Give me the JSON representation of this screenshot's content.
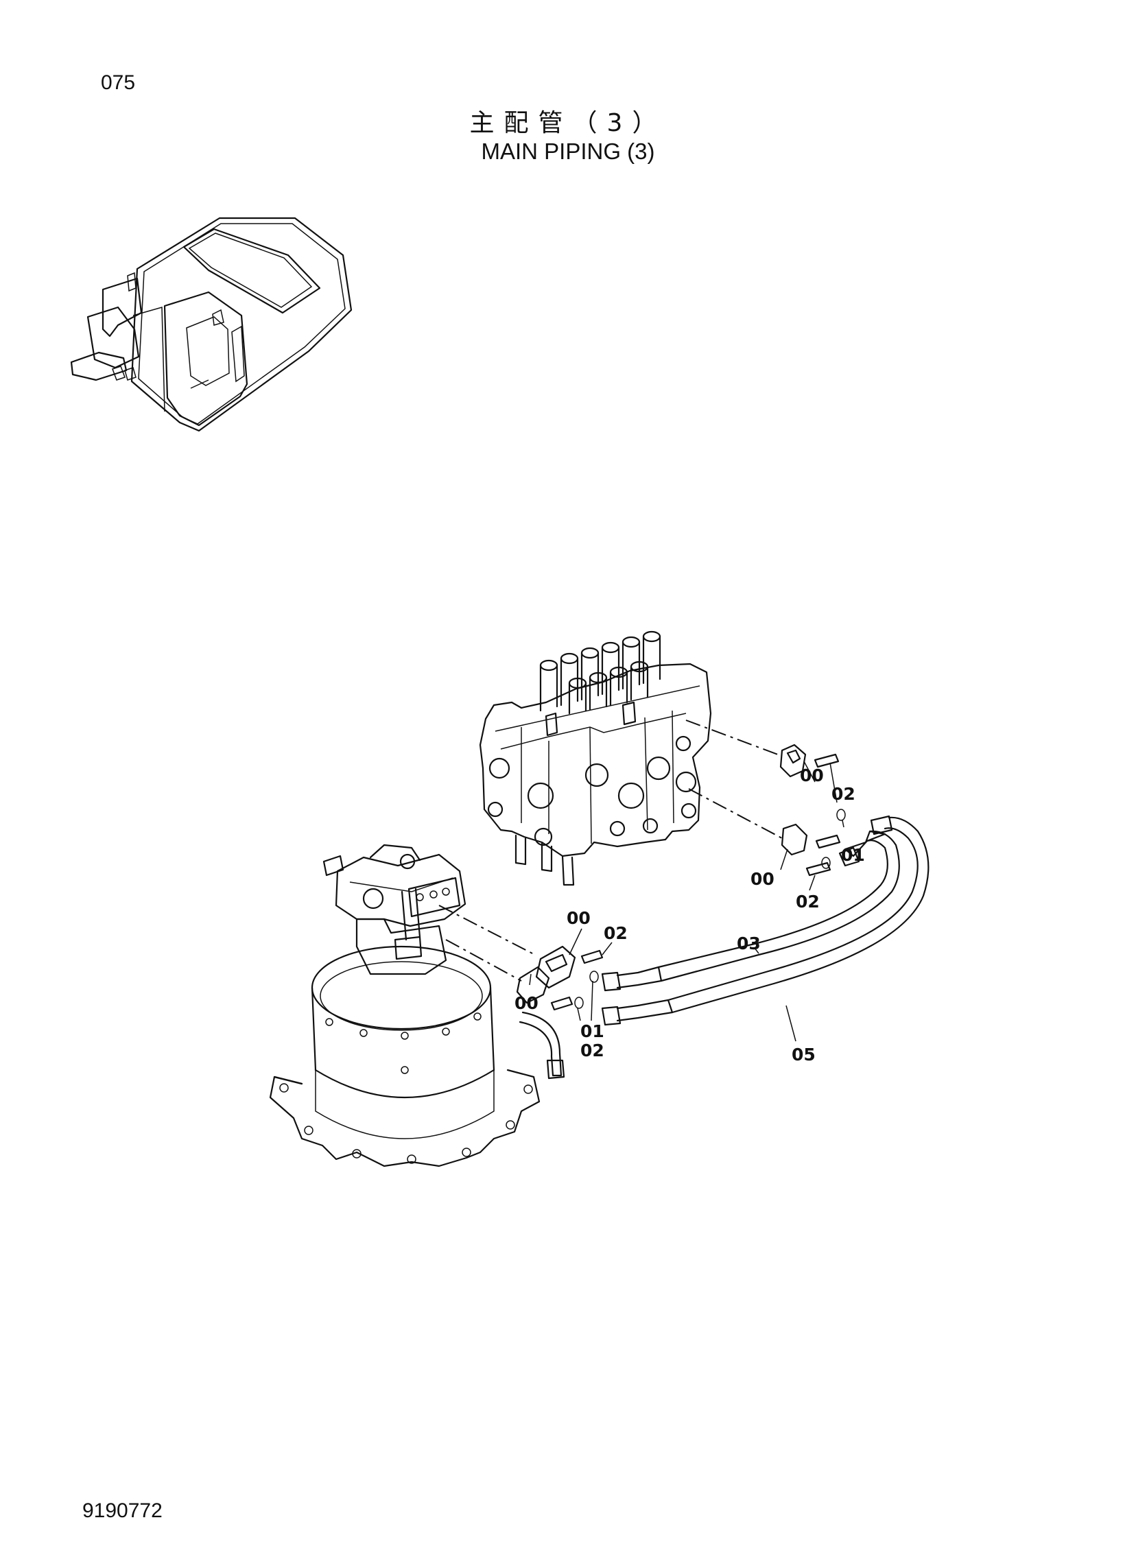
{
  "page": {
    "number": "075",
    "title_cn": "主配管（3）",
    "title_en": "MAIN PIPING (3)",
    "doc_code": "9190772"
  },
  "callouts": [
    {
      "id": "c1",
      "label": "00"
    },
    {
      "id": "c2",
      "label": "02"
    },
    {
      "id": "c3",
      "label": "01"
    },
    {
      "id": "c4",
      "label": "00"
    },
    {
      "id": "c5",
      "label": "02"
    },
    {
      "id": "c6",
      "label": "00"
    },
    {
      "id": "c7",
      "label": "02"
    },
    {
      "id": "c8",
      "label": "03"
    },
    {
      "id": "c9",
      "label": "00"
    },
    {
      "id": "c10",
      "label": "01"
    },
    {
      "id": "c11",
      "label": "02"
    },
    {
      "id": "c12",
      "label": "05"
    }
  ]
}
